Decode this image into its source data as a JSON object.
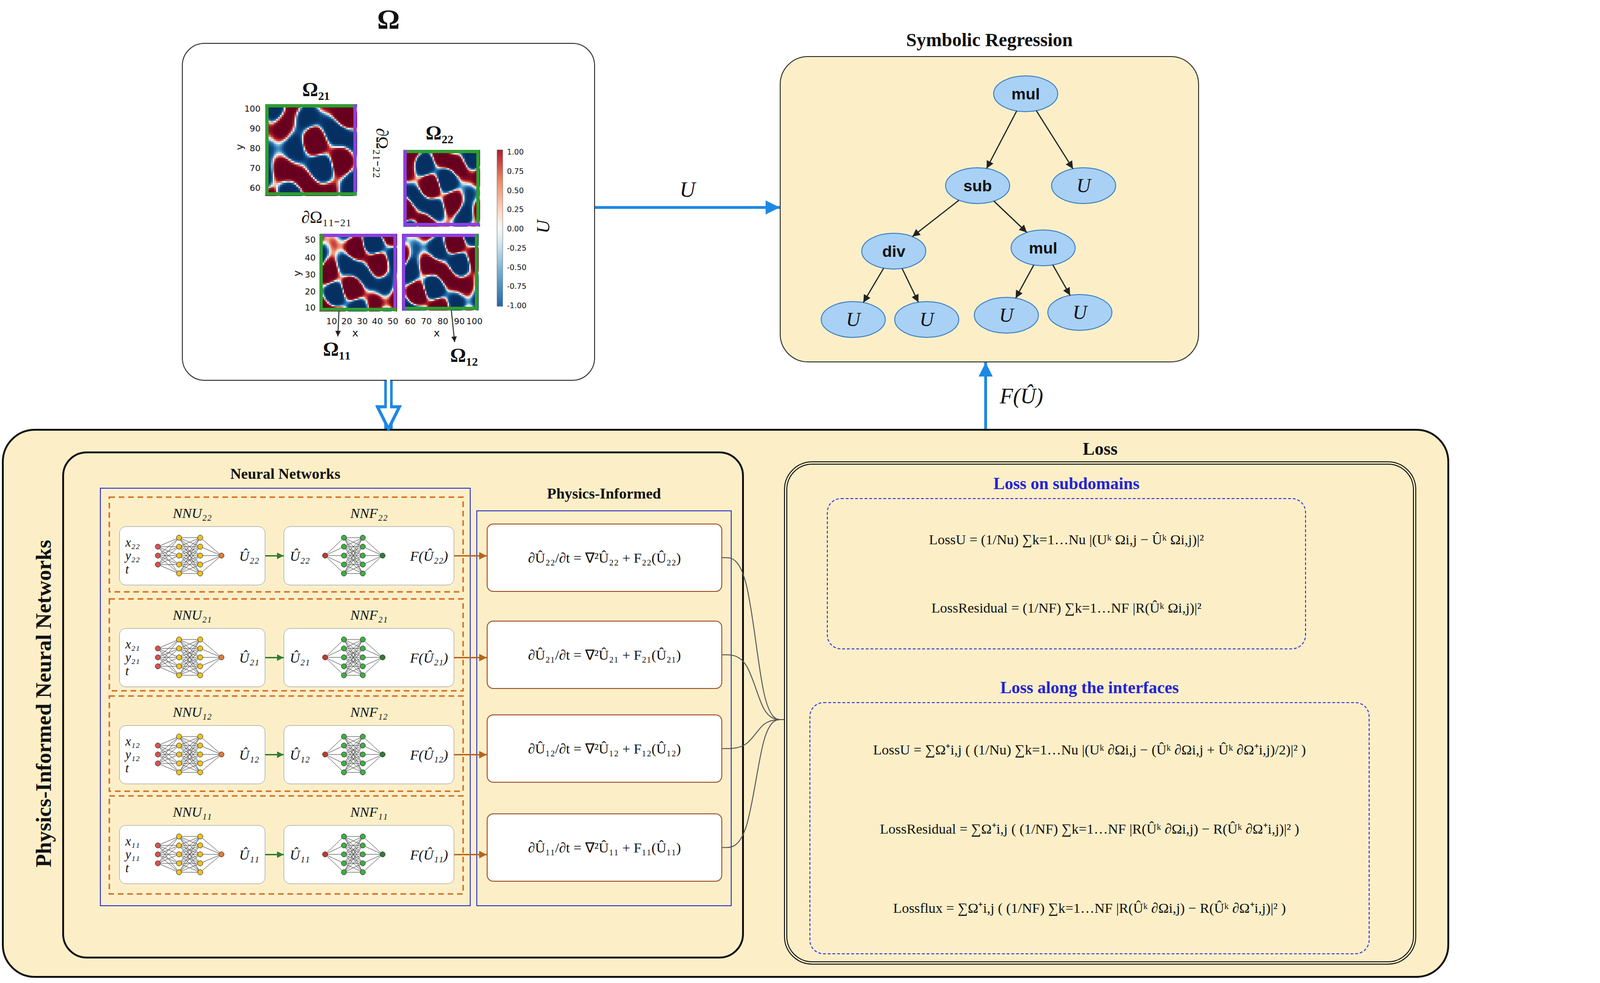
{
  "diagram": {
    "nodes": [
      {
        "text": [
          "Ω"
        ]
      },
      {
        "text": [
          "Symbolic Regression"
        ]
      },
      {
        "text": [
          "mul"
        ],
        "in": 1
      },
      {
        "text": [
          "sub"
        ],
        "in": 1
      },
      {
        "text": [
          "U"
        ],
        "in": 1
      },
      {
        "text": [
          "div"
        ],
        "in": 1
      },
      {
        "text": [
          "mul"
        ],
        "in": 1
      },
      {
        "text": [
          "U"
        ],
        "in": 1
      },
      {
        "text": [
          "U"
        ],
        "in": 1
      },
      {
        "text": [
          "U"
        ],
        "in": 1
      },
      {
        "text": [
          "U"
        ],
        "in": 1
      },
      {
        "text": [
          "Physics-Informed Neural Networks"
        ]
      },
      {
        "text": [
          "Neural Networks"
        ],
        "in": 11
      },
      {
        "text": [
          "Physics-Informed"
        ],
        "in": 11
      },
      {
        "text": [
          "NNU₂₂",
          "x₂₂",
          "y₂₂",
          "t",
          "Û₂₂"
        ],
        "in": 12
      },
      {
        "text": [
          "NNF₂₂",
          "Û₂₂",
          "F(Û₂₂)"
        ],
        "in": 12
      },
      {
        "text": [
          "NNU₂₁",
          "x₂₁",
          "y₂₁",
          "t",
          "Û₂₁"
        ],
        "in": 12
      },
      {
        "text": [
          "NNF₂₁",
          "Û₂₁",
          "F(Û₂₁)"
        ],
        "in": 12
      },
      {
        "text": [
          "NNU₁₂",
          "x₁₂",
          "y₁₂",
          "t",
          "Û₁₂"
        ],
        "in": 12
      },
      {
        "text": [
          "NNF₁₂",
          "Û₁₂",
          "F(Û₁₂)"
        ],
        "in": 12
      },
      {
        "text": [
          "NNU₁₁",
          "x₁₁",
          "y₁₁",
          "t",
          "Û₁₁"
        ],
        "in": 12
      },
      {
        "text": [
          "NNF₁₁",
          "Û₁₁",
          "F(Û₁₁)"
        ],
        "in": 12
      },
      {
        "text": [
          "∂Û₂₂/∂t = ∇²Û₂₂ + F₂₂(Û₂₂)"
        ],
        "in": 13
      },
      {
        "text": [
          "∂Û₂₁/∂t = ∇²Û₂₁ + F₂₁(Û₂₁)"
        ],
        "in": 13
      },
      {
        "text": [
          "∂Û₁₂/∂t = ∇²Û₁₂ + F₁₂(Û₁₂)"
        ],
        "in": 13
      },
      {
        "text": [
          "∂Û₁₁/∂t = ∇²Û₁₁ + F₁₁(Û₁₁)"
        ],
        "in": 13
      },
      {
        "text": [
          "Loss"
        ],
        "in": 11
      },
      {
        "text": [
          "Loss on subdomains",
          "LossU = (1/Nu) ∑k=1…Nu |(Uᵏ Ωi,j − Ûᵏ Ωi,j)|²",
          "LossResidual = (1/NF) ∑k=1…NF |R(Ûᵏ Ωi,j)|²"
        ],
        "in": 26
      },
      {
        "text": [
          "Loss along the interfaces",
          "LossU = ∑Ω⁺i,j ( (1/Nu) ∑k=1…Nu |(Uᵏ ∂Ωi,j − (Ûᵏ ∂Ωi,j + Ûᵏ ∂Ω⁺i,j)/2)|² )",
          "LossResidual = ∑Ω⁺i,j ( (1/NF) ∑k=1…NF |R(Ûᵏ ∂Ωi,j) − R(Ûᵏ ∂Ω⁺i,j)|² )",
          "Lossflux = ∑Ω⁺i,j ( (1/NF) ∑k=1…NF |R(Ûᵏ ∂Ωi,j) − R(Ûᵏ ∂Ω⁺i,j)|² )"
        ],
        "in": 26
      }
    ],
    "edges": [
      {
        "from": 0,
        "to": 1,
        "label": "U",
        "arrow": "to"
      },
      {
        "from": 0,
        "to": 11,
        "arrow": "to"
      },
      {
        "from": 11,
        "to": 1,
        "label": "F(Û)",
        "arrow": "to"
      },
      {
        "from": 2,
        "to": 3,
        "arrow": "to"
      },
      {
        "from": 2,
        "to": 4,
        "arrow": "to"
      },
      {
        "from": 3,
        "to": 5,
        "arrow": "to"
      },
      {
        "from": 3,
        "to": 6,
        "arrow": "to"
      },
      {
        "from": 5,
        "to": 7,
        "arrow": "to"
      },
      {
        "from": 5,
        "to": 8,
        "arrow": "to"
      },
      {
        "from": 6,
        "to": 9,
        "arrow": "to"
      },
      {
        "from": 6,
        "to": 10,
        "arrow": "to"
      },
      {
        "from": 14,
        "to": 15,
        "arrow": "to"
      },
      {
        "from": 15,
        "to": 22,
        "arrow": "to"
      },
      {
        "from": 16,
        "to": 17,
        "arrow": "to"
      },
      {
        "from": 17,
        "to": 23,
        "arrow": "to"
      },
      {
        "from": 18,
        "to": 19,
        "arrow": "to"
      },
      {
        "from": 19,
        "to": 24,
        "arrow": "to"
      },
      {
        "from": 20,
        "to": 21,
        "arrow": "to"
      },
      {
        "from": 21,
        "to": 25,
        "arrow": "to"
      },
      {
        "from": 22,
        "to": 26,
        "arrow": "none"
      },
      {
        "from": 23,
        "to": 26,
        "arrow": "none"
      },
      {
        "from": 24,
        "to": 26,
        "arrow": "none"
      },
      {
        "from": 25,
        "to": 26,
        "arrow": "none"
      }
    ],
    "labels": [
      "Ω₂₁",
      "∂Ω₂₁₋₂₂",
      "Ω₂₂",
      "∂Ω₁₁₋₂₁",
      "Ω₁₁",
      "Ω₁₂",
      "U",
      "100",
      "90",
      "80",
      "70",
      "60",
      "y",
      "50",
      "40",
      "30",
      "20",
      "10",
      "y",
      "10",
      "20",
      "30",
      "40",
      "50",
      "x",
      "60",
      "70",
      "80",
      "90",
      "100",
      "x",
      "1.00",
      "0.75",
      "0.50",
      "0.25",
      "0.00",
      "-0.25",
      "-0.50",
      "-0.75",
      "-1.00"
    ]
  }
}
